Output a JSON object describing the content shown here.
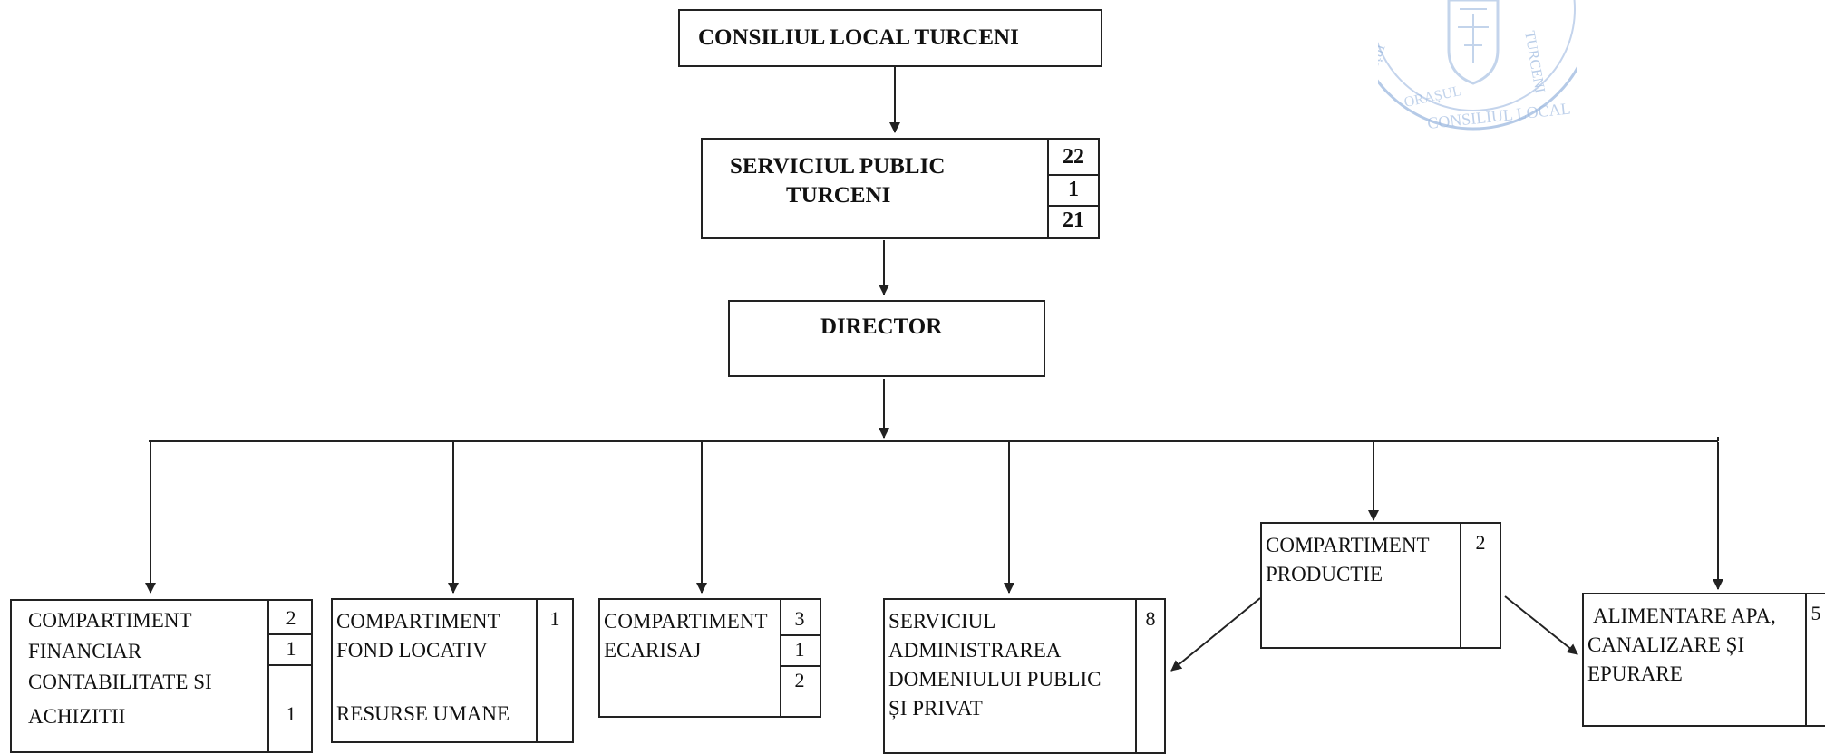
{
  "council": {
    "title": "CONSILIUL LOCAL TURCENI"
  },
  "service": {
    "title_line1": "SERVICIUL PUBLIC",
    "title_line2": "TURCENI",
    "total": "22",
    "count_a": "1",
    "count_b": "21"
  },
  "director": {
    "title": "DIRECTOR"
  },
  "departments": [
    {
      "lines": [
        "COMPARTIMENT",
        "FINANCIAR",
        "CONTABILITATE SI",
        "ACHIZITII"
      ],
      "counts": [
        "2",
        "1",
        "1"
      ]
    },
    {
      "lines": [
        "COMPARTIMENT",
        "FOND LOCATIV",
        "",
        "RESURSE UMANE"
      ],
      "counts": [
        "1"
      ]
    },
    {
      "lines": [
        "COMPARTIMENT",
        "ECARISAJ"
      ],
      "counts": [
        "3",
        "1",
        "2"
      ]
    },
    {
      "lines": [
        "SERVICIUL",
        "ADMINISTRAREA",
        "DOMENIULUI PUBLIC",
        "ȘI PRIVAT"
      ],
      "counts": [
        "8"
      ]
    },
    {
      "lines": [
        "COMPARTIMENT",
        "PRODUCTIE"
      ],
      "counts": [
        "2"
      ]
    },
    {
      "lines": [
        "ALIMENTARE APA,",
        "CANALIZARE ȘI",
        "EPURARE"
      ],
      "counts": [
        "5"
      ]
    }
  ],
  "stamp": {
    "text_top": "Județul",
    "text_right": "TURCENI",
    "text_bottom": "CONSILIUL LOCAL",
    "text_inner": "ORAȘUL",
    "color": "#8fb0d8"
  }
}
